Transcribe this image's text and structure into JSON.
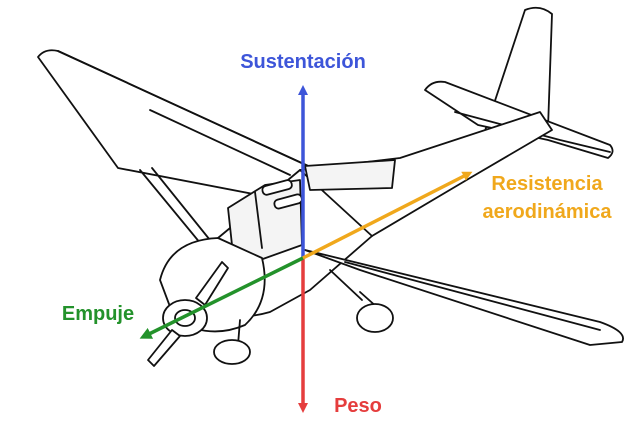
{
  "forces": {
    "lift": {
      "label": "Sustentación",
      "color": "#3d55d9"
    },
    "drag": {
      "label_line1": "Resistencia",
      "label_line2": "aerodinámica",
      "color": "#f0a81c"
    },
    "thrust": {
      "label": "Empuje",
      "color": "#23922b"
    },
    "weight": {
      "label": "Peso",
      "color": "#e53d3d"
    }
  },
  "illustration": {
    "subject": "airplane-line-drawing"
  }
}
